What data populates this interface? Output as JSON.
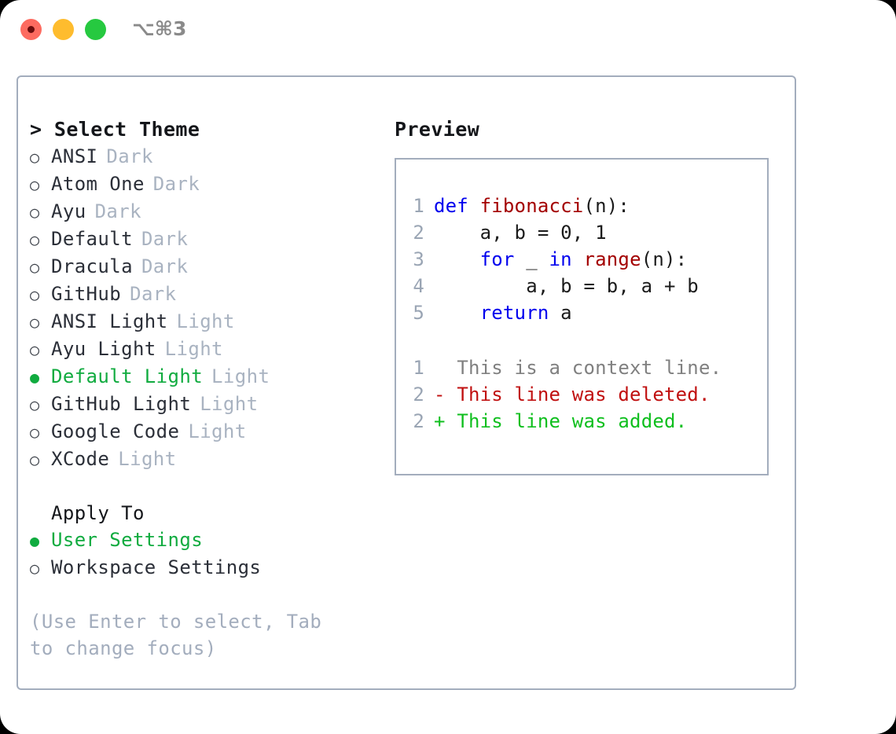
{
  "window": {
    "shortcut": "⌥⌘3",
    "traffic_lights": [
      {
        "name": "close-button",
        "color": "#fd6b60"
      },
      {
        "name": "minimize-button",
        "color": "#febc2e"
      },
      {
        "name": "maximize-button",
        "color": "#26c940"
      }
    ]
  },
  "theme_list": {
    "header": "> Select Theme",
    "marker_selected": "●",
    "marker_unselected": "○",
    "items": [
      {
        "label": "ANSI",
        "category": "Dark",
        "selected": false
      },
      {
        "label": "Atom One",
        "category": "Dark",
        "selected": false
      },
      {
        "label": "Ayu",
        "category": "Dark",
        "selected": false
      },
      {
        "label": "Default",
        "category": "Dark",
        "selected": false
      },
      {
        "label": "Dracula",
        "category": "Dark",
        "selected": false
      },
      {
        "label": "GitHub",
        "category": "Dark",
        "selected": false
      },
      {
        "label": "ANSI Light",
        "category": "Light",
        "selected": false
      },
      {
        "label": "Ayu Light",
        "category": "Light",
        "selected": false
      },
      {
        "label": "Default Light",
        "category": "Light",
        "selected": true
      },
      {
        "label": "GitHub Light",
        "category": "Light",
        "selected": false
      },
      {
        "label": "Google Code",
        "category": "Light",
        "selected": false
      },
      {
        "label": "XCode",
        "category": "Light",
        "selected": false
      }
    ]
  },
  "apply_to": {
    "header": "Apply To",
    "items": [
      {
        "label": "User Settings",
        "selected": true
      },
      {
        "label": "Workspace Settings",
        "selected": false
      }
    ]
  },
  "hint": "(Use Enter to select, Tab to change focus)",
  "preview": {
    "title": "Preview",
    "code_lines": [
      {
        "number": "1",
        "tokens": [
          {
            "text": "def ",
            "type": "keyword"
          },
          {
            "text": "fibonacci",
            "type": "function"
          },
          {
            "text": "(n):",
            "type": "plain"
          }
        ]
      },
      {
        "number": "2",
        "tokens": [
          {
            "text": "    a, b = 0, 1",
            "type": "plain"
          }
        ]
      },
      {
        "number": "3",
        "tokens": [
          {
            "text": "    ",
            "type": "plain"
          },
          {
            "text": "for",
            "type": "keyword"
          },
          {
            "text": " _ ",
            "type": "plain"
          },
          {
            "text": "in",
            "type": "keyword"
          },
          {
            "text": " ",
            "type": "plain"
          },
          {
            "text": "range",
            "type": "function"
          },
          {
            "text": "(n):",
            "type": "plain"
          }
        ]
      },
      {
        "number": "4",
        "tokens": [
          {
            "text": "        a, b = b, a + b",
            "type": "plain"
          }
        ]
      },
      {
        "number": "5",
        "tokens": [
          {
            "text": "    ",
            "type": "plain"
          },
          {
            "text": "return",
            "type": "keyword"
          },
          {
            "text": " a",
            "type": "plain"
          }
        ]
      }
    ],
    "diff_lines": [
      {
        "number": "1",
        "sign": " ",
        "text": "This is a context line.",
        "type": "context"
      },
      {
        "number": "2",
        "sign": "-",
        "text": "This line was deleted.",
        "type": "deleted"
      },
      {
        "number": "2",
        "sign": "+",
        "text": "This line was added.",
        "type": "added"
      }
    ]
  },
  "colors": {
    "accent_green": "#10ab3f",
    "border": "#a3adbd",
    "muted": "#a9b3c1",
    "keyword_blue": "#0000ee",
    "function_red": "#a30000",
    "diff_deleted": "#c01010",
    "diff_added": "#0fbf1e",
    "diff_context": "#808080"
  }
}
